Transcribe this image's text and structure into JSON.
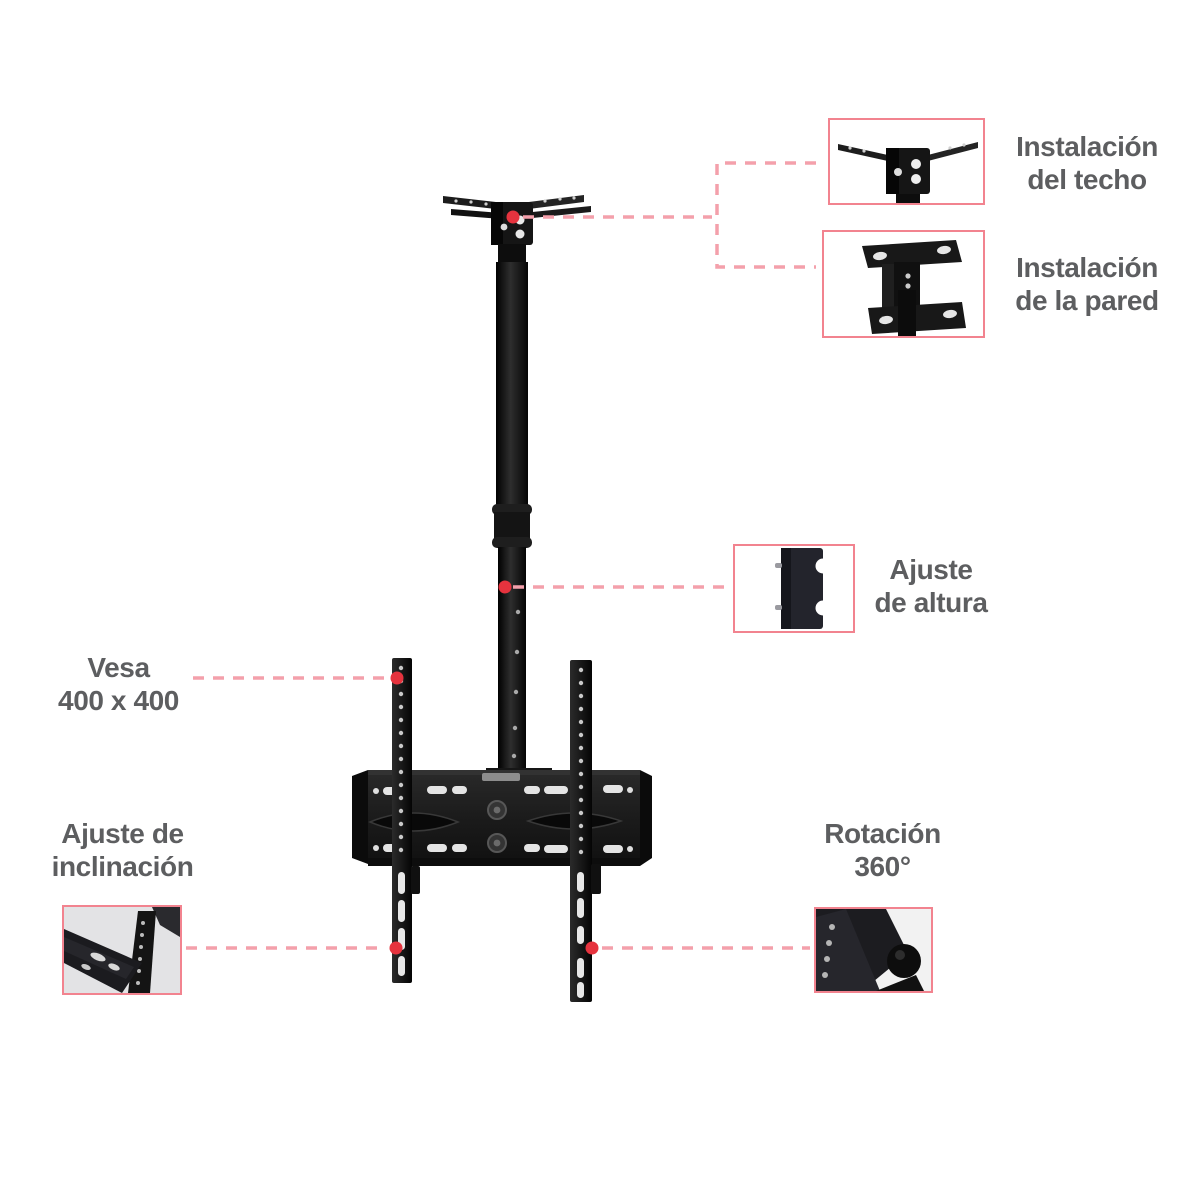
{
  "diagram_title": "TV ceiling mount feature diagram",
  "callouts": {
    "ceiling_install": {
      "line1": "Instalación",
      "line2": "del techo"
    },
    "wall_install": {
      "line1": "Instalación",
      "line2": "de la pared"
    },
    "height_adjust": {
      "line1": "Ajuste",
      "line2": "de altura"
    },
    "vesa": {
      "line1": "Vesa",
      "line2": "400 x 400"
    },
    "tilt_adjust": {
      "line1": "Ajuste de",
      "line2": "inclinación"
    },
    "rotation": {
      "line1": "Rotación",
      "line2": "360°"
    }
  },
  "colors": {
    "callout_border_pink": "#f2838f",
    "leader_dash_pink": "#f4a0ab",
    "anchor_dot_red": "#e6333e",
    "label_text_gray": "#5d5e60",
    "product_black": "#141414",
    "background": "#ffffff"
  }
}
